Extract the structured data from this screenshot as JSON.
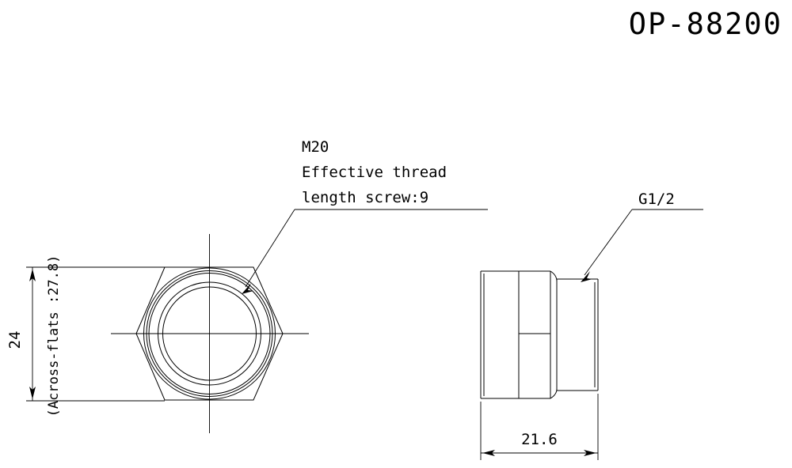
{
  "drawing": {
    "title": "OP-88200",
    "background_color": "#ffffff",
    "line_color": "#000000",
    "annotations": {
      "thread_note_line1": "M20",
      "thread_note_line2": "Effective thread",
      "thread_note_line3": "length screw:9",
      "port_thread_label": "G1/2"
    },
    "dimensions": {
      "hex_height_value": "24",
      "hex_across_flats_note": "(Across-flats :27.8)",
      "body_length_value": "21.6"
    },
    "views": {
      "front_view_name": "hex-front-view",
      "side_view_name": "plug-side-view"
    }
  }
}
